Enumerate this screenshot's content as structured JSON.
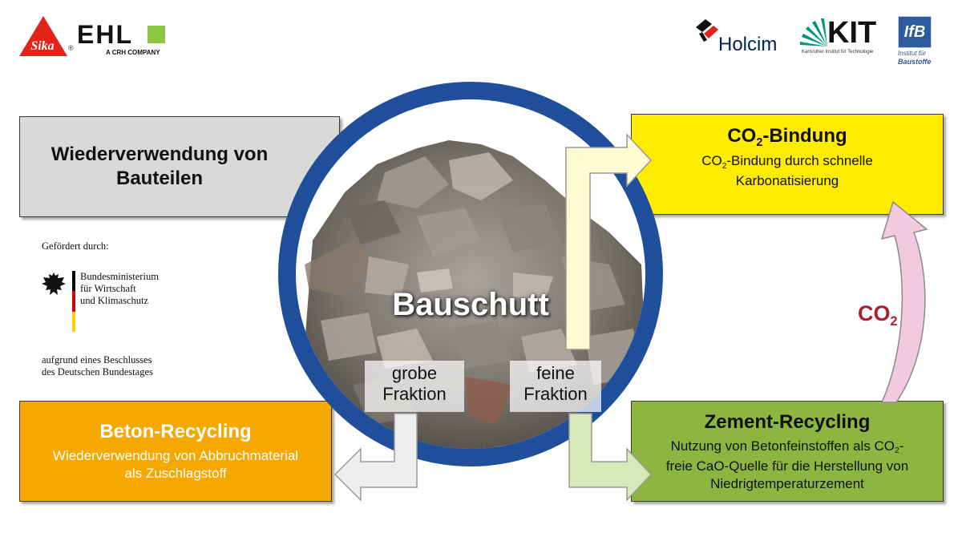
{
  "logos": {
    "sika": {
      "text": "Sika",
      "reg": "®",
      "color": "#e2231a"
    },
    "ehl": {
      "name": "EHL",
      "tagline": "A CRH COMPANY",
      "accent": "#8dc63f"
    },
    "holcim": {
      "text": "Holcim",
      "color": "#00205b"
    },
    "kit": {
      "text": "KIT",
      "tagline": "Karlsruher Institut für Technologie",
      "color": "#009682"
    },
    "ifb": {
      "text": "IfB",
      "tagline_line1": "Institut für",
      "tagline_line2": "Baustoffe",
      "color": "#2e5a9e"
    }
  },
  "boxes": {
    "reuse": {
      "title_line1": "Wiederverwendung von",
      "title_line2": "Bauteilen",
      "color": "#d9d9d9"
    },
    "co2_binding": {
      "title_prefix": "CO",
      "title_sub": "2",
      "title_suffix": "-Bindung",
      "text_prefix": "CO",
      "text_sub": "2",
      "text_line1_suffix": "-Bindung durch schnelle",
      "text_line2": "Karbonatisierung",
      "color": "#ffec00"
    },
    "concrete_recycling": {
      "title": "Beton-Recycling",
      "text_line1": "Wiederverwendung von Abbruchmaterial",
      "text_line2": "als Zuschlagstoff",
      "color": "#f5a800"
    },
    "cement_recycling": {
      "title": "Zement-Recycling",
      "text_line1_prefix": "Nutzung von Betonfeinstoffen als CO",
      "text_line1_sub": "2",
      "text_line1_suffix": "-",
      "text_line2": "freie CaO-Quelle für die Herstellung von",
      "text_line3": "Niedrigtemperaturzement",
      "color": "#8db641"
    }
  },
  "center": {
    "label": "Bauschutt",
    "ring_color": "#1f4e9a"
  },
  "fractions": {
    "coarse": {
      "line1": "grobe",
      "line2": "Fraktion"
    },
    "fine": {
      "line1": "feine",
      "line2": "Fraktion"
    }
  },
  "co2_arrow": {
    "label_prefix": "CO",
    "label_sub": "2",
    "color": "#b01c2e"
  },
  "funding": {
    "heading": "Gefördert durch:",
    "ministry_line1": "Bundesministerium",
    "ministry_line2": "für Wirtschaft",
    "ministry_line3": "und Klimaschutz",
    "footer_line1": "aufgrund eines Beschlusses",
    "footer_line2": "des Deutschen Bundestages"
  }
}
